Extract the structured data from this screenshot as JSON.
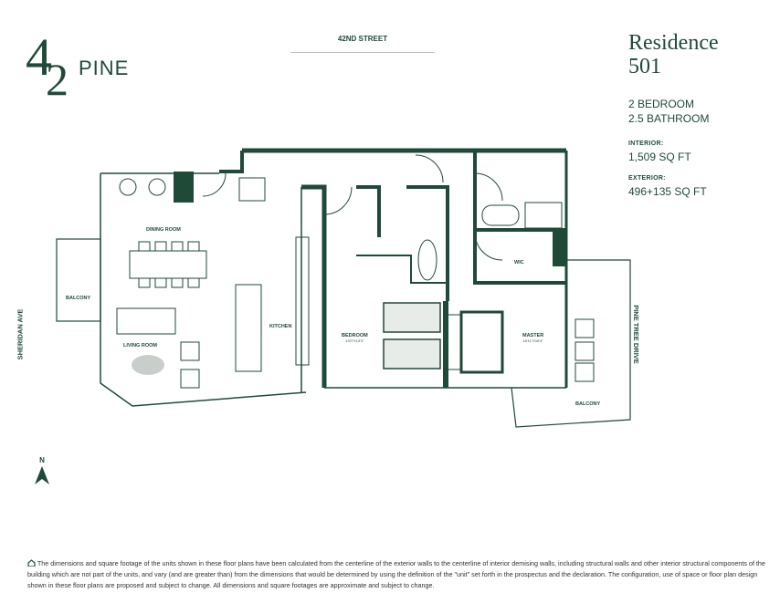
{
  "logo": {
    "number_4": "4",
    "number_2": "2",
    "name": "PINE"
  },
  "street_top": "42ND STREET",
  "street_left": "SHERIDAN AVE",
  "street_right": "PINE TREE DRIVE",
  "residence": {
    "title_line1": "Residence",
    "title_line2": "501",
    "bedrooms": "2 BEDROOM",
    "bathrooms": "2.5 BATHROOM",
    "interior_label": "INTERIOR:",
    "interior_value": "1,509 SQ FT",
    "exterior_label": "EXTERIOR:",
    "exterior_value": "496+135 SQ FT"
  },
  "rooms": {
    "dining": "DINING ROOM",
    "living": "LIVING ROOM",
    "kitchen": "KITCHEN",
    "balcony_left": "BALCONY",
    "bedroom": "BEDROOM",
    "bedroom_dim": "13'0\"X13'3\"",
    "master": "MASTER",
    "master_dim": "15'11\"X16'4\"",
    "wic": "WIC",
    "balcony_right": "BALCONY"
  },
  "north_label": "N",
  "disclaimer": "The dimensions and square footage of the units shown in these floor plans have been calculated from the centerline of the exterior walls to the centerline of interior demising walls, including structural walls and other interior structural components of the building which are not part of the units, and vary (and are greater than) from the dimensions that would be determined by using the definition of the \"unit\" set forth in the prospectus and the declaration. The configuration, use of space or floor plan design shown in these floor plans are proposed and subject to change.  All dimensions and square footages are approximate and subject to change.",
  "colors": {
    "brand": "#1f4a38",
    "text": "#333333"
  },
  "icons": {
    "disclaimer": "home-icon",
    "north": "north-arrow-icon"
  }
}
